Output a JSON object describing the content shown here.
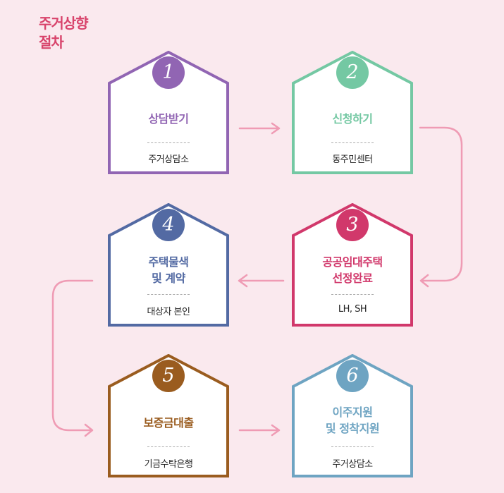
{
  "title": {
    "line1": "주거상향",
    "line2": "절차"
  },
  "steps": [
    {
      "number": "1",
      "title": [
        "상담받기"
      ],
      "place": "주거상담소",
      "color": "#9165b3"
    },
    {
      "number": "2",
      "title": [
        "신청하기"
      ],
      "place": "동주민센터",
      "color": "#74c8a3"
    },
    {
      "number": "3",
      "title": [
        "공공임대주택",
        "선정완료"
      ],
      "place": "LH, SH",
      "color": "#d1386b"
    },
    {
      "number": "4",
      "title": [
        "주택물색",
        "및 계약"
      ],
      "place": "대상자 본인",
      "color": "#536aa3"
    },
    {
      "number": "5",
      "title": [
        "보증금대출"
      ],
      "place": "기금수탁은행",
      "color": "#9a5c1f"
    },
    {
      "number": "6",
      "title": [
        "이주지원",
        "및 정착지원"
      ],
      "place": "주거상담소",
      "color": "#6ea4c2"
    }
  ],
  "arrow_color": "#ef9bb4"
}
